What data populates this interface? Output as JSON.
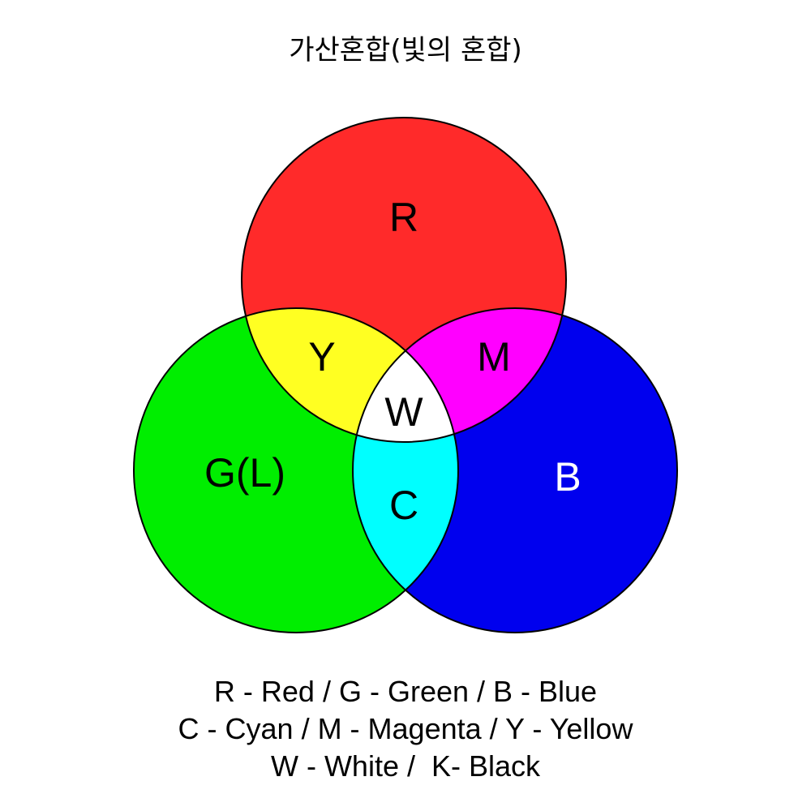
{
  "title": "가산혼합(빛의 혼합)",
  "circles": [
    {
      "id": "red",
      "label": "R",
      "color": "#ff2a2a",
      "label_color": "#000000"
    },
    {
      "id": "green",
      "label": "G(L)",
      "color": "#00ee00",
      "label_color": "#000000"
    },
    {
      "id": "blue",
      "label": "B",
      "color": "#0000ee",
      "label_color": "#ffffff"
    }
  ],
  "overlaps": [
    {
      "id": "yellow",
      "label": "Y",
      "color": "#ffff22"
    },
    {
      "id": "magenta",
      "label": "M",
      "color": "#ff00ff"
    },
    {
      "id": "cyan",
      "label": "C",
      "color": "#00ffff"
    },
    {
      "id": "white",
      "label": "W",
      "color": "#ffffff"
    }
  ],
  "legend": [
    "R - Red / G - Green / B - Blue",
    "C - Cyan / M - Magenta / Y - Yellow",
    "W - White /  K- Black"
  ]
}
